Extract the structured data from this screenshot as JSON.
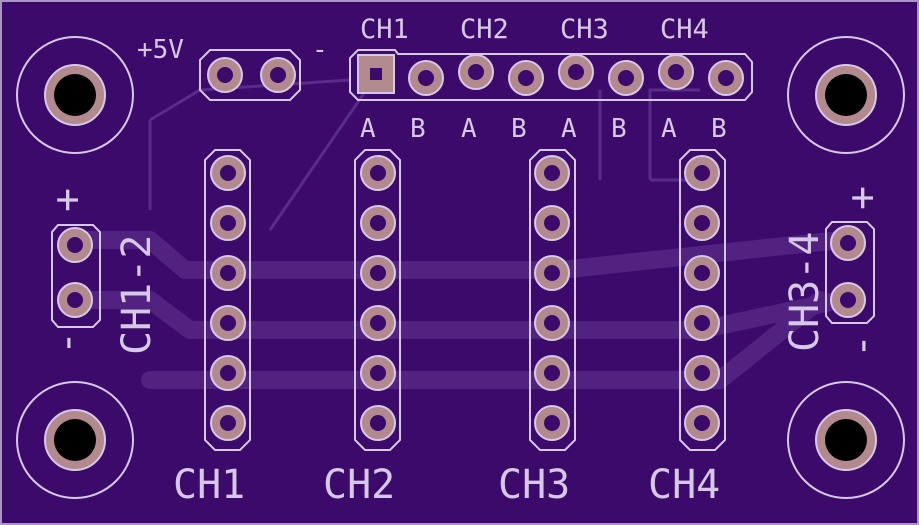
{
  "board": {
    "color": "#3b0a6b",
    "trace_color": "#51227f",
    "silk_color": "#d8c8e8",
    "pad_color": "#b28a8e",
    "hole_color": "#000000"
  },
  "top_header": {
    "power_label": "+5V",
    "ground_label": "-",
    "channel_labels": [
      "CH1",
      "CH2",
      "CH3",
      "CH4"
    ],
    "pin_labels": [
      "A",
      "B",
      "A",
      "B",
      "A",
      "B",
      "A",
      "B"
    ]
  },
  "bottom_labels": [
    "CH1",
    "CH2",
    "CH3",
    "CH4"
  ],
  "left_connector": {
    "label": "CH1-2",
    "plus": "+",
    "minus": "-"
  },
  "right_connector": {
    "label": "CH3-4",
    "plus": "+",
    "minus": "-"
  }
}
